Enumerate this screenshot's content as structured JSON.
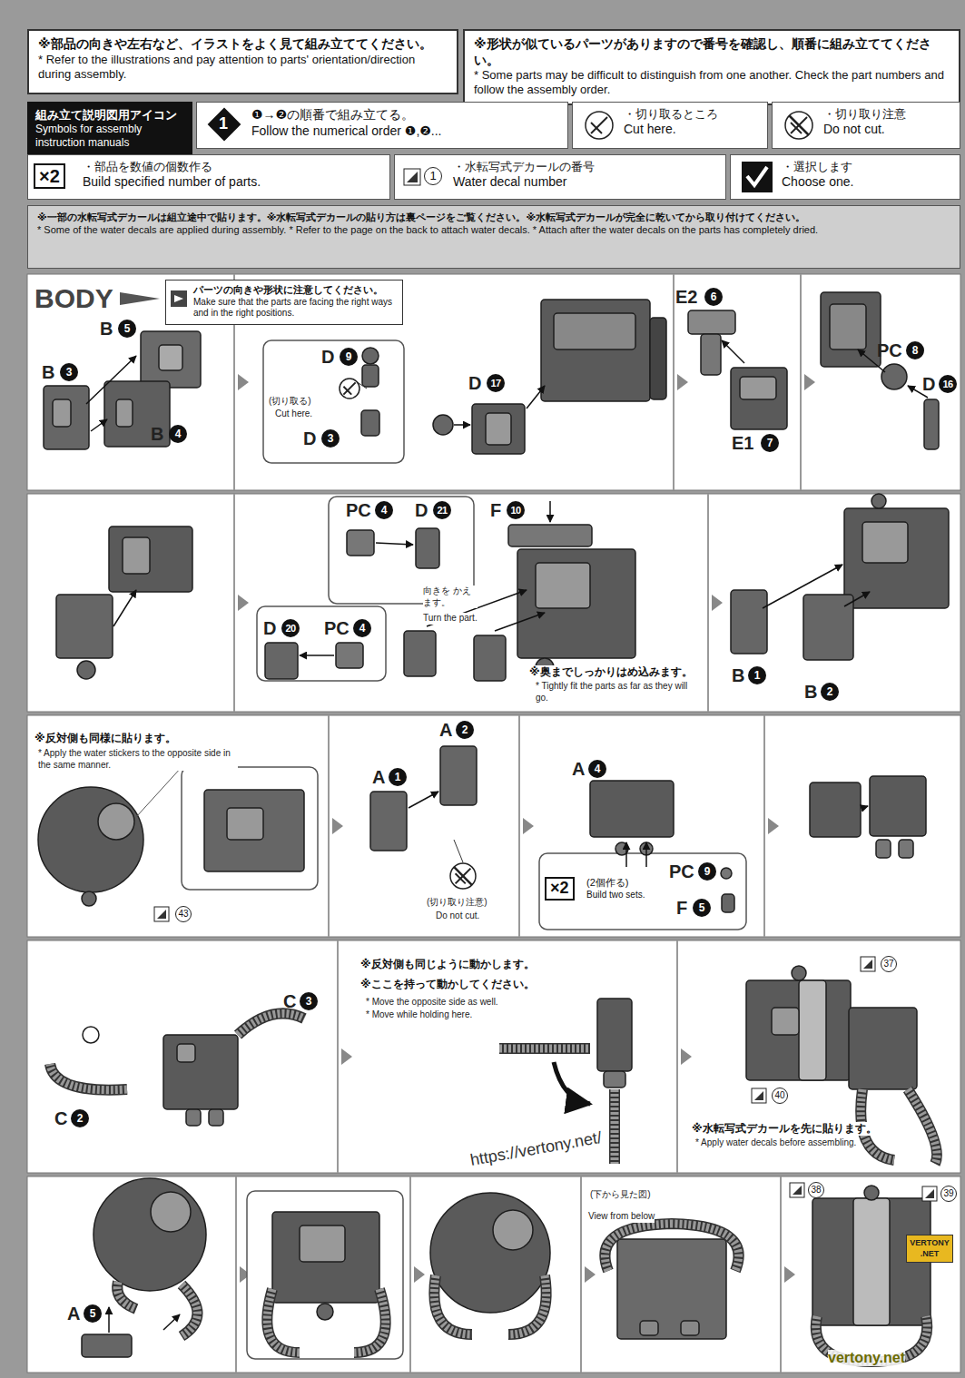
{
  "diagram": {
    "title": "BODY",
    "nodes": [
      {
        "text": [
          "※部品の向きや左右など、イラストをよく見て組み立ててください。",
          "* Refer to the illustrations and pay attention to parts' orientation/direction during assembly."
        ]
      },
      {
        "text": [
          "※形状が似ているパーツがありますので番号を確認し、順番に組み立ててください。",
          "* Some parts may be difficult to distinguish from one another. Check the part numbers and follow the assembly order."
        ]
      },
      {
        "text": [
          "組み立て説明図用アイコン",
          "Symbols for assembly instruction manuals"
        ]
      },
      {
        "text": [
          "1",
          "❶→❷の順番で組み立てる。",
          "Follow the numerical order ❶,❷..."
        ]
      },
      {
        "text": [
          "・切り取るところ",
          "Cut here."
        ]
      },
      {
        "text": [
          "・切り取り注意",
          "Do not cut."
        ]
      },
      {
        "text": [
          "×2",
          "・部品を数値の個数作る",
          "Build specified number of parts."
        ]
      },
      {
        "text": [
          "1",
          "・水転写式デカールの番号",
          "Water decal number"
        ]
      },
      {
        "text": [
          "・選択します",
          "Choose one."
        ]
      },
      {
        "text": [
          "※一部の水転写式デカールは組立途中で貼ります。※水転写式デカールの貼り方は裏ページをご覧ください。※水転写式デカールが完全に乾いてから取り付けてください。",
          "* Some of the water decals are applied during assembly. * Refer to the page on the back to attach water decals. * Attach after the water decals on the parts has completely dried."
        ]
      },
      {
        "text": [
          "パーツの向きや形状に注意してください。",
          "Make sure that the parts are facing the right ways and in the right positions."
        ]
      },
      {
        "text": [
          "×2",
          "(2個作る)",
          "Build two sets."
        ]
      }
    ],
    "labels": [
      "B",
      "3",
      "B",
      "5",
      "B",
      "4",
      "D",
      "9",
      "(切り取る)",
      "Cut here.",
      "D",
      "3",
      "D",
      "17",
      "E2",
      "6",
      "E1",
      "7",
      "PC",
      "8",
      "D",
      "16",
      "PC",
      "4",
      "D",
      "21",
      "向きを かえます。",
      "Turn the part.",
      "F",
      "10",
      "D",
      "20",
      "PC",
      "4",
      "※奥までしっかりはめ込みます。",
      "* Tightly fit the parts as far as they will go.",
      "B",
      "1",
      "B",
      "2",
      "※反対側も同様に貼ります。",
      "* Apply the water stickers to the opposite side in the same manner.",
      "43",
      "A",
      "1",
      "A",
      "2",
      "(切り取り注意)",
      "Do not cut.",
      "A",
      "4",
      "PC",
      "9",
      "F",
      "5",
      "C",
      "3",
      "C",
      "2",
      "※反対側も同じように動かします。",
      "※ここを持って動かしてください。",
      "* Move the opposite side as well.",
      "* Move while holding here.",
      "37",
      "40",
      "※水転写式デカールを先に貼ります。",
      "* Apply water decals before assembling.",
      "A",
      "5",
      "(下から見た図)",
      "View from below",
      "38",
      "39",
      "https://vertony.net/",
      "VERTONY .NET",
      "vertony.net"
    ]
  }
}
